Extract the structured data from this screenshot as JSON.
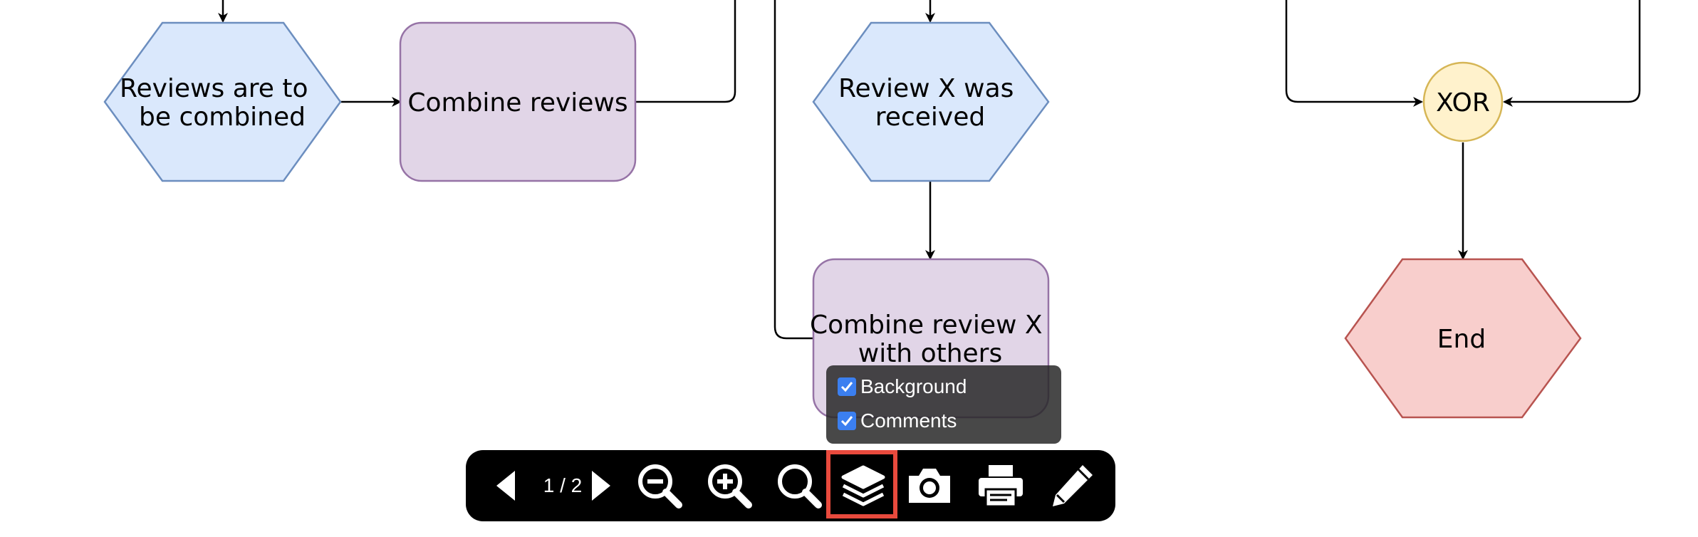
{
  "diagram": {
    "nodes": {
      "reviews_combined": [
        "Reviews are to",
        "be combined"
      ],
      "combine_reviews": [
        "Combine reviews"
      ],
      "review_received": [
        "Review X was",
        "received"
      ],
      "combine_with_others": [
        "Combine review X",
        "with others"
      ],
      "xor": [
        "XOR"
      ],
      "end": [
        "End"
      ]
    },
    "colors": {
      "event_fill": "#dae8fc",
      "event_stroke": "#6c8ebf",
      "function_fill": "#e1d5e7",
      "function_stroke": "#9673a6",
      "xor_fill": "#fff2cc",
      "xor_stroke": "#d6b656",
      "end_fill": "#f8cecc",
      "end_stroke": "#b85450"
    }
  },
  "layers_popup": {
    "items": [
      {
        "label": "Background",
        "checked": true
      },
      {
        "label": "Comments",
        "checked": true
      }
    ]
  },
  "toolbar": {
    "page_indicator": "1 / 2",
    "buttons": [
      "previous-page",
      "next-page",
      "zoom-out",
      "zoom-in",
      "reset-zoom",
      "layers",
      "snapshot",
      "print",
      "edit"
    ],
    "highlight_color": "#e84a3d"
  }
}
